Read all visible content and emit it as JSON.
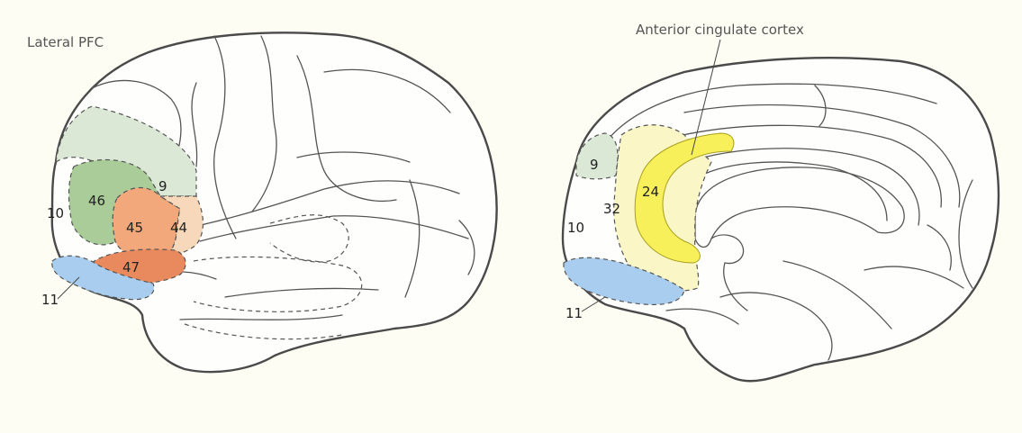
{
  "labels": {
    "lateral_title": "Lateral PFC",
    "medial_title": "Anterior cingulate cortex"
  },
  "lateral_areas": {
    "a9": "9",
    "a10": "10",
    "a11": "11",
    "a44": "44",
    "a45": "45",
    "a46": "46",
    "a47": "47"
  },
  "medial_areas": {
    "a9": "9",
    "a10": "10",
    "a11": "11",
    "a24": "24",
    "a32": "32"
  },
  "colors": {
    "background": "#fdfdf4",
    "area9": "#dbe8d6",
    "area46": "#a9cc99",
    "area45": "#f2a87b",
    "area44": "#f7d8bb",
    "area47": "#e98a5e",
    "area11": "#a9cdef",
    "area32": "#fbf6c6",
    "area24": "#f7f05a"
  }
}
